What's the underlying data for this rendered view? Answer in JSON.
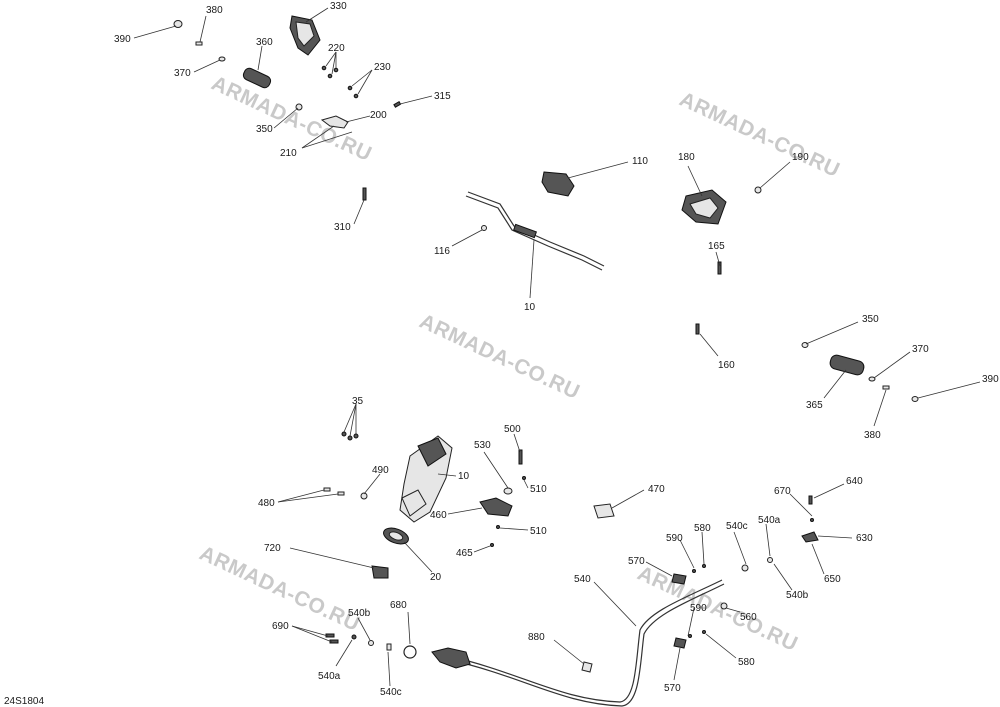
{
  "diagram_code": "24S1804",
  "watermark": "ARMADA-CO.RU",
  "labels": {
    "l390a": "390",
    "l380a": "380",
    "l330": "330",
    "l360": "360",
    "l220": "220",
    "l370a": "370",
    "l230": "230",
    "l315": "315",
    "l200": "200",
    "l350a": "350",
    "l210": "210",
    "l310": "310",
    "l110": "110",
    "l180": "180",
    "l190": "190",
    "l116": "116",
    "l165": "165",
    "l10a": "10",
    "l350b": "350",
    "l370b": "370",
    "l390b": "390",
    "l160": "160",
    "l365": "365",
    "l380b": "380",
    "l35": "35",
    "l500": "500",
    "l530": "530",
    "l490": "490",
    "l10b": "10",
    "l510a": "510",
    "l470": "470",
    "l480": "480",
    "l460": "460",
    "l510b": "510",
    "l465": "465",
    "l720": "720",
    "l20": "20",
    "l670": "670",
    "l640": "640",
    "l540a1": "540a",
    "l580a": "580",
    "l590a": "590",
    "l540c1": "540c",
    "l630": "630",
    "l570a": "570",
    "l540": "540",
    "l650": "650",
    "l540b1": "540b",
    "l590b": "590",
    "l560": "560",
    "l680": "680",
    "l540b2": "540b",
    "l690": "690",
    "l880": "880",
    "l580b": "580",
    "l540a2": "540a",
    "l540c2": "540c",
    "l570b": "570"
  }
}
